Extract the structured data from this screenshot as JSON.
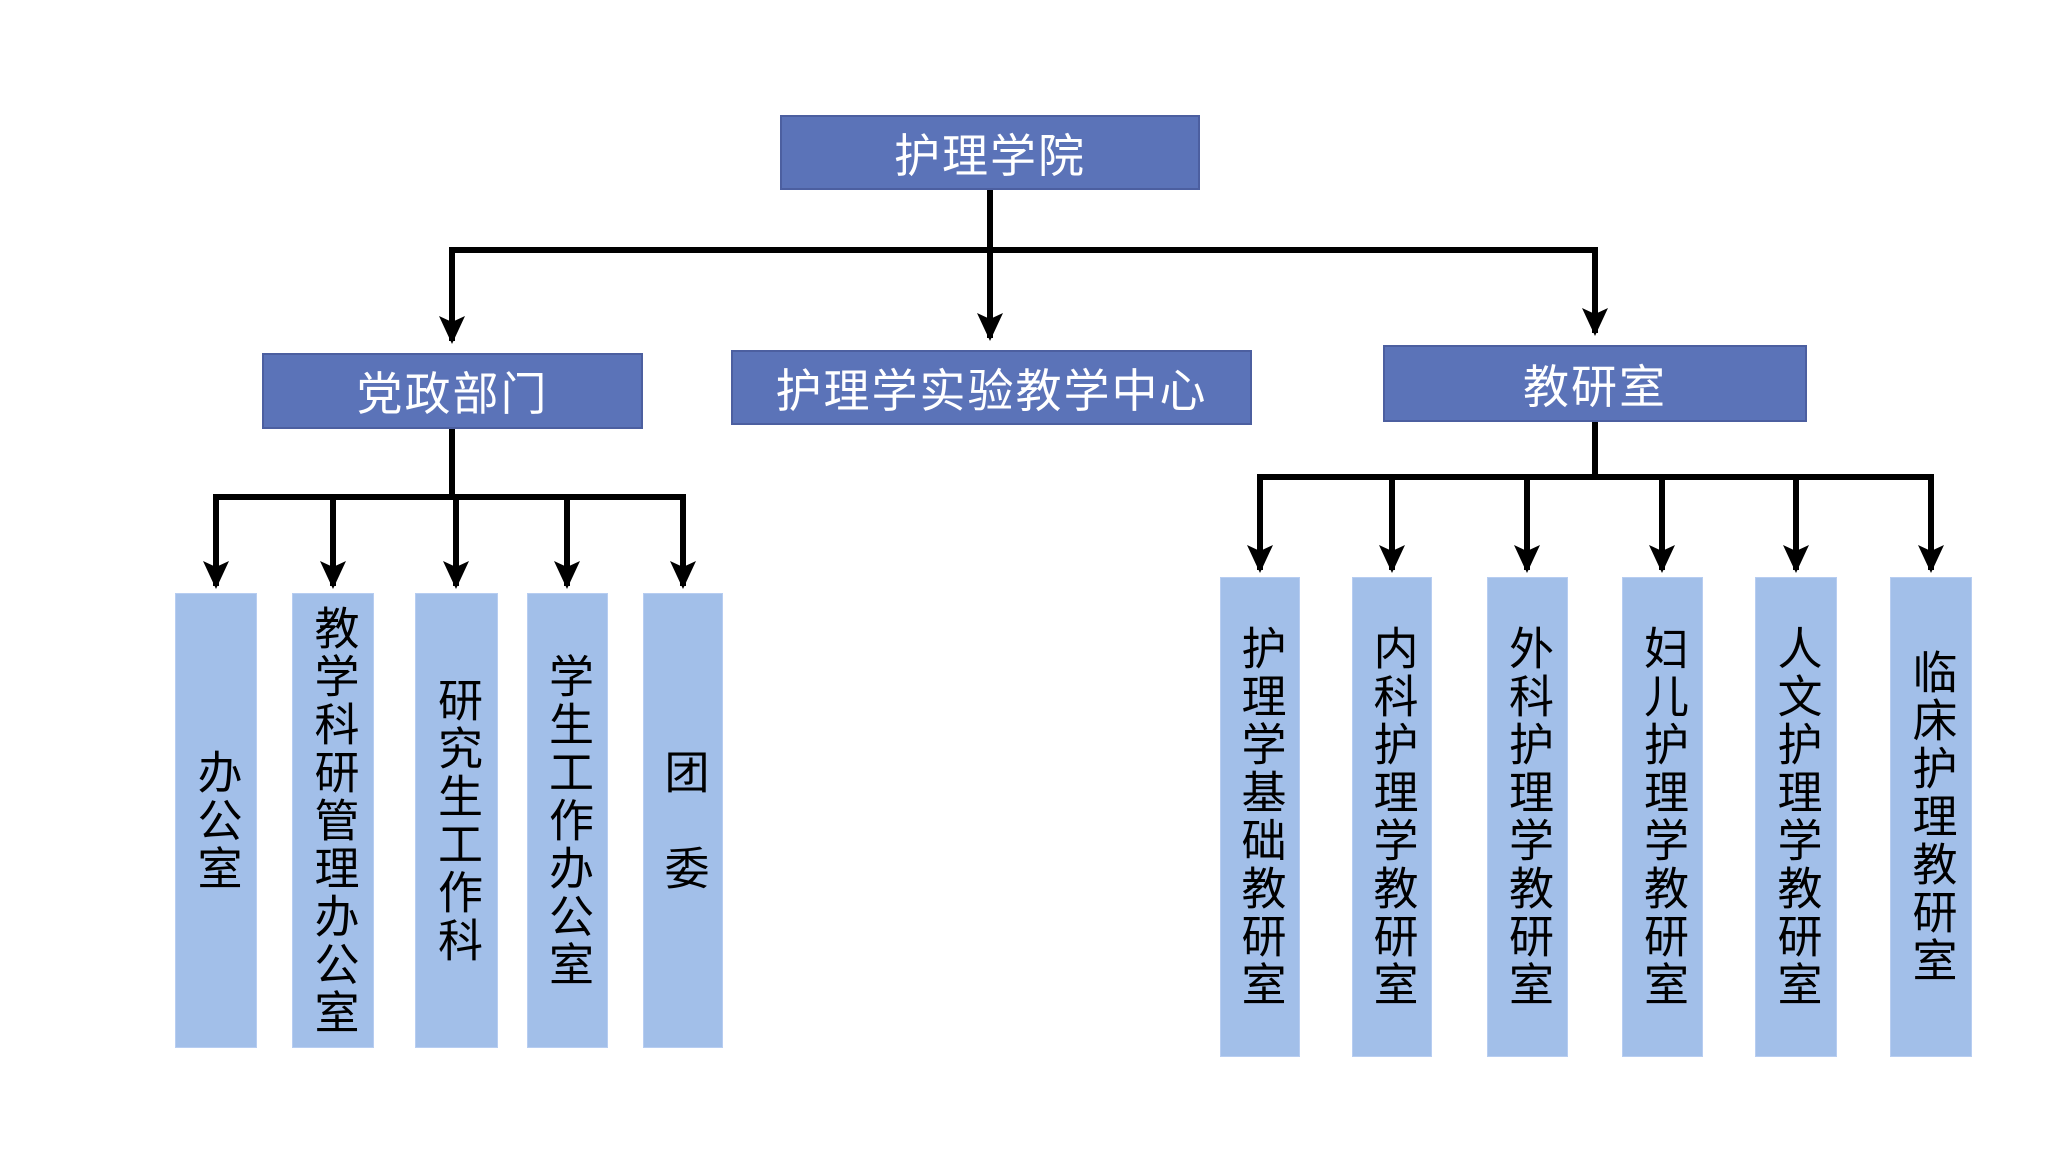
{
  "colors": {
    "background": "#ffffff",
    "branch_fill": "#5b73b8",
    "branch_border": "#4c5fa0",
    "branch_text": "#ffffff",
    "leaf_fill": "#a2bfe9",
    "leaf_text": "#000000",
    "connector": "#000000"
  },
  "org_chart": {
    "root": {
      "label": "护理学院"
    },
    "branches": [
      {
        "label": "党政部门",
        "children": [
          {
            "label": "办公室"
          },
          {
            "label": "教学科研管理办公室"
          },
          {
            "label": "研究生工作科"
          },
          {
            "label": "学生工作办公室"
          },
          {
            "label": "团　委"
          }
        ]
      },
      {
        "label": "护理学实验教学中心",
        "children": []
      },
      {
        "label": "教研室",
        "children": [
          {
            "label": "护理学基础教研室"
          },
          {
            "label": "内科护理学教研室"
          },
          {
            "label": "外科护理学教研室"
          },
          {
            "label": "妇儿护理学教研室"
          },
          {
            "label": "人文护理学教研室"
          },
          {
            "label": "临床护理教研室"
          }
        ]
      }
    ]
  }
}
